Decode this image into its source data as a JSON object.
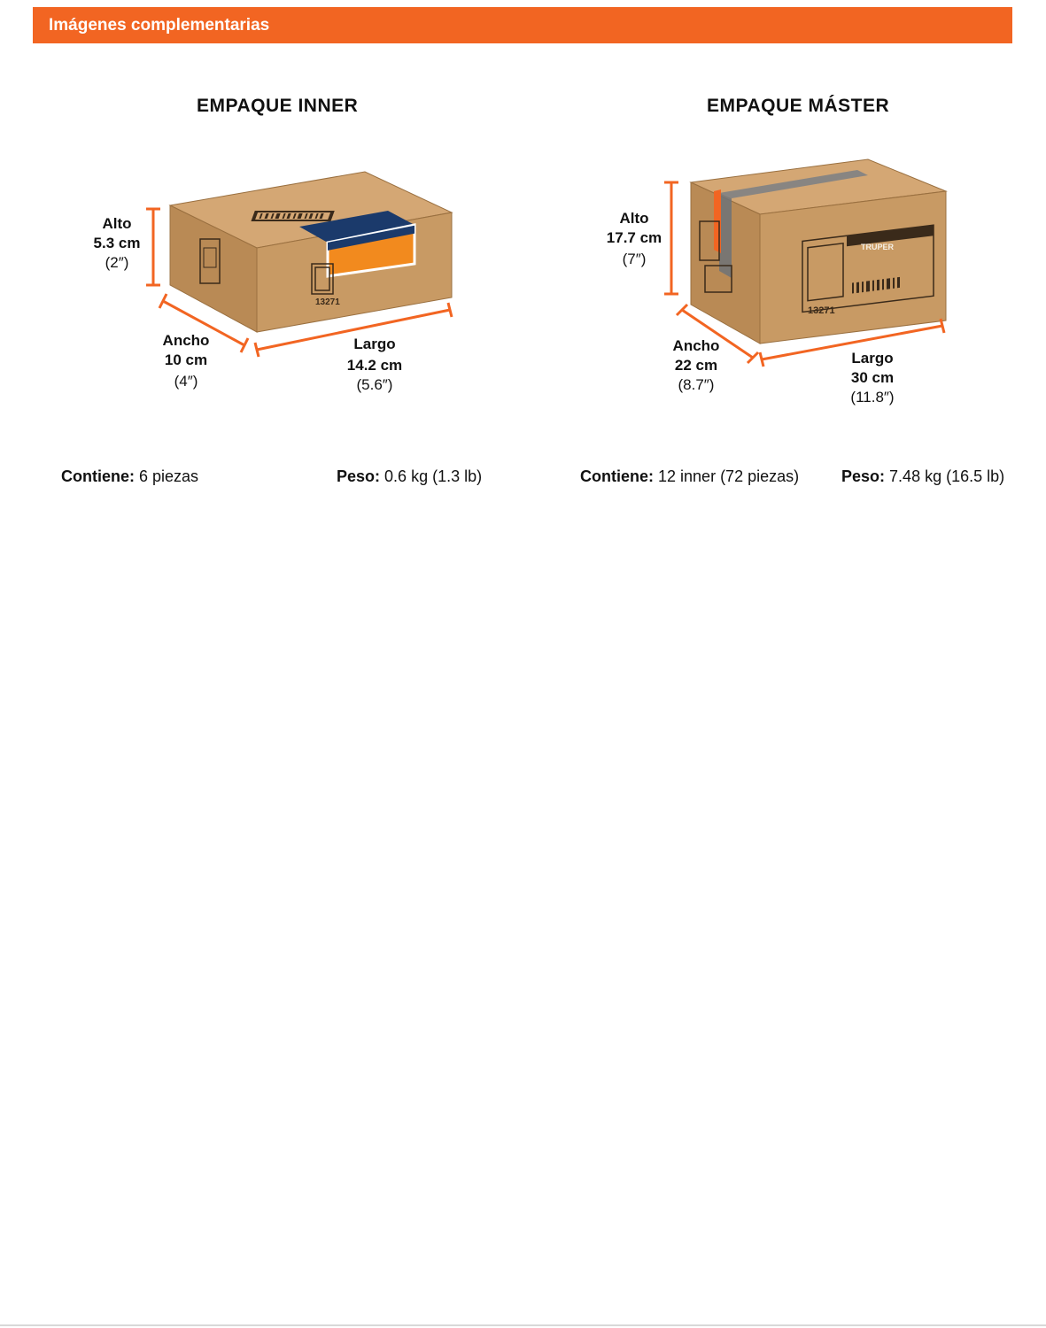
{
  "header": {
    "title": "Imágenes complementarias"
  },
  "inner": {
    "title": "EMPAQUE INNER",
    "height": {
      "label": "Alto",
      "metric": "5.3 cm",
      "imperial": "(2″)"
    },
    "width": {
      "label": "Ancho",
      "metric": "10 cm",
      "imperial": "(4″)"
    },
    "length": {
      "label": "Largo",
      "metric": "14.2 cm",
      "imperial": "(5.6″)"
    },
    "box_code": "13271",
    "contains": {
      "label": "Contiene:",
      "value": "6 piezas"
    },
    "weight": {
      "label": "Peso:",
      "value": "0.6 kg (1.3 lb)"
    }
  },
  "master": {
    "title": "EMPAQUE MÁSTER",
    "height": {
      "label": "Alto",
      "metric": "17.7 cm",
      "imperial": "(7″)"
    },
    "width": {
      "label": "Ancho",
      "metric": "22 cm",
      "imperial": "(8.7″)"
    },
    "length": {
      "label": "Largo",
      "metric": "30 cm",
      "imperial": "(11.8″)"
    },
    "box_code": "13271",
    "brand": "TRUPER",
    "contains": {
      "label": "Contiene:",
      "value": "12 inner (72 piezas)"
    },
    "weight": {
      "label": "Peso:",
      "value": "7.48 kg (16.5 lb)"
    }
  },
  "colors": {
    "accent": "#f26522",
    "cardboard": "#c89a64",
    "cardboard_dark": "#a87a48"
  }
}
